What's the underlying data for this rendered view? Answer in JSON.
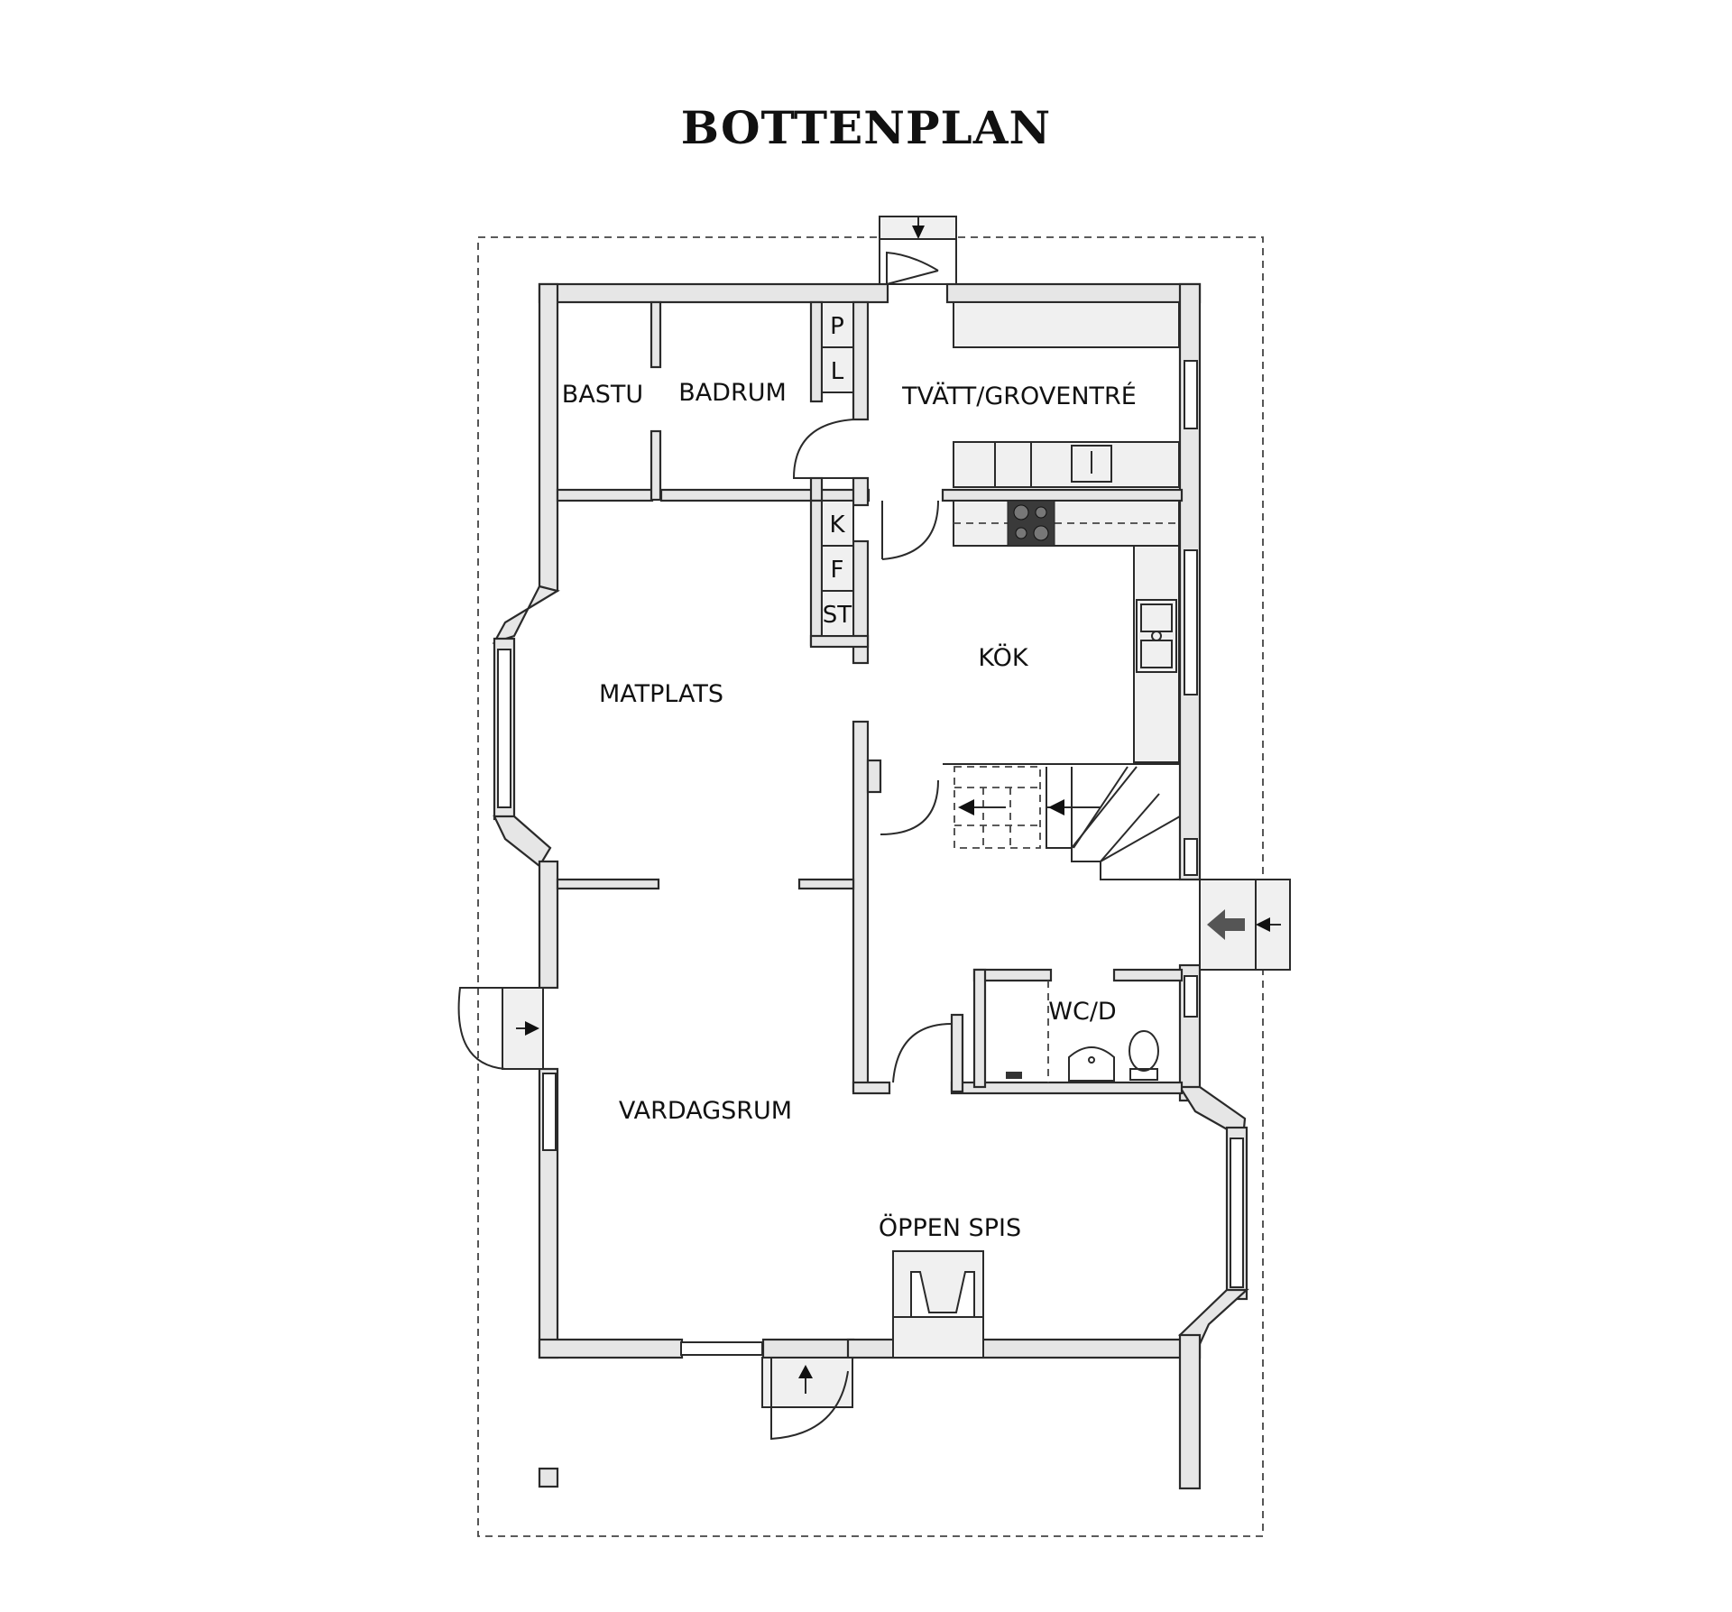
{
  "title": "BOTTENPLAN",
  "rooms": {
    "bastu": "BASTU",
    "badrum": "BADRUM",
    "tvatt": "TVÄTT/GROVENTRÉ",
    "kok": "KÖK",
    "matplats": "MATPLATS",
    "wc": "WC/D",
    "vardagsrum": "VARDAGSRUM",
    "spis": "ÖPPEN SPIS"
  },
  "closets": {
    "p": "P",
    "l": "L",
    "k": "K",
    "f": "F",
    "st": "ST"
  }
}
